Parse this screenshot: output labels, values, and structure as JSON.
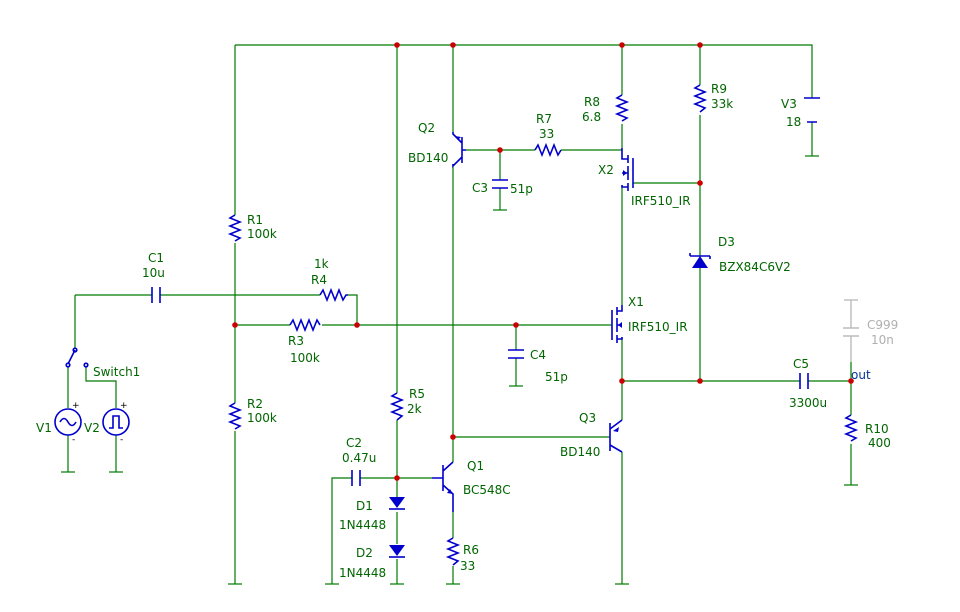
{
  "components": {
    "R1": {
      "ref": "R1",
      "value": "100k"
    },
    "R2": {
      "ref": "R2",
      "value": "100k"
    },
    "R3": {
      "ref": "R3",
      "value": "100k"
    },
    "R4": {
      "ref": "R4",
      "value": "1k"
    },
    "R5": {
      "ref": "R5",
      "value": "2k"
    },
    "R6": {
      "ref": "R6",
      "value": "33"
    },
    "R7": {
      "ref": "R7",
      "value": "33"
    },
    "R8": {
      "ref": "R8",
      "value": "6.8"
    },
    "R9": {
      "ref": "R9",
      "value": "33k"
    },
    "R10": {
      "ref": "R10",
      "value": "400"
    },
    "C1": {
      "ref": "C1",
      "value": "10u"
    },
    "C2": {
      "ref": "C2",
      "value": "0.47u"
    },
    "C3": {
      "ref": "C3",
      "value": "51p"
    },
    "C4": {
      "ref": "C4",
      "value": "51p"
    },
    "C5": {
      "ref": "C5",
      "value": "3300u"
    },
    "C999": {
      "ref": "C999",
      "value": "10n"
    },
    "D1": {
      "ref": "D1",
      "value": "1N4448"
    },
    "D2": {
      "ref": "D2",
      "value": "1N4448"
    },
    "D3": {
      "ref": "D3",
      "value": "BZX84C6V2"
    },
    "Q1": {
      "ref": "Q1",
      "value": "BC548C"
    },
    "Q2": {
      "ref": "Q2",
      "value": "BD140"
    },
    "Q3": {
      "ref": "Q3",
      "value": "BD140"
    },
    "X1": {
      "ref": "X1",
      "value": "IRF510_IR"
    },
    "X2": {
      "ref": "X2",
      "value": "IRF510_IR"
    },
    "V1": {
      "ref": "V1"
    },
    "V2": {
      "ref": "V2"
    },
    "V3": {
      "ref": "V3",
      "value": "18"
    },
    "Switch1": {
      "ref": "Switch1"
    }
  },
  "net_labels": {
    "out": "out"
  },
  "polarity": {
    "plus": "+",
    "minus": "-"
  },
  "colors": {
    "wire": "#007a00",
    "component": "#0000cc",
    "junction": "#cc0000",
    "disabled": "#bbbbbb"
  }
}
